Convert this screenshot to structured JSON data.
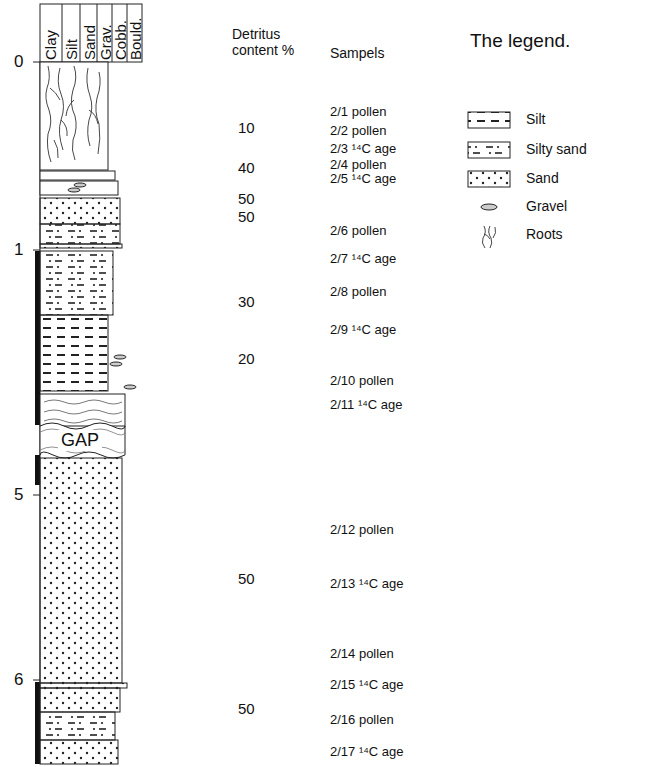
{
  "diagram": {
    "labels": [
      "Clay",
      "Silt",
      "Sand",
      "Grav.",
      "Cobb.",
      "Bould.",
      "Detritus content %",
      "Sampels",
      "The legend.",
      "0",
      "1",
      "5",
      "6",
      "GAP",
      "10",
      "40",
      "50",
      "50",
      "30",
      "20",
      "50",
      "50",
      "2/1 pollen",
      "2/2 pollen",
      "2/3 ¹⁴C age",
      "2/4 pollen",
      "2/5 ¹⁴C age",
      "2/6 pollen",
      "2/7 ¹⁴C age",
      "2/8 pollen",
      "2/9 ¹⁴C age",
      "2/10 pollen",
      "2/11 ¹⁴C age",
      "2/12 pollen",
      "2/13 ¹⁴C age",
      "2/14 pollen",
      "2/15 ¹⁴C age",
      "2/16 pollen",
      "2/17 ¹⁴C age"
    ],
    "legend": [
      {
        "text": "Silt"
      },
      {
        "text": "Silty sand"
      },
      {
        "text": "Sand"
      },
      {
        "text": "Gravel"
      },
      {
        "text": "Roots"
      }
    ]
  }
}
